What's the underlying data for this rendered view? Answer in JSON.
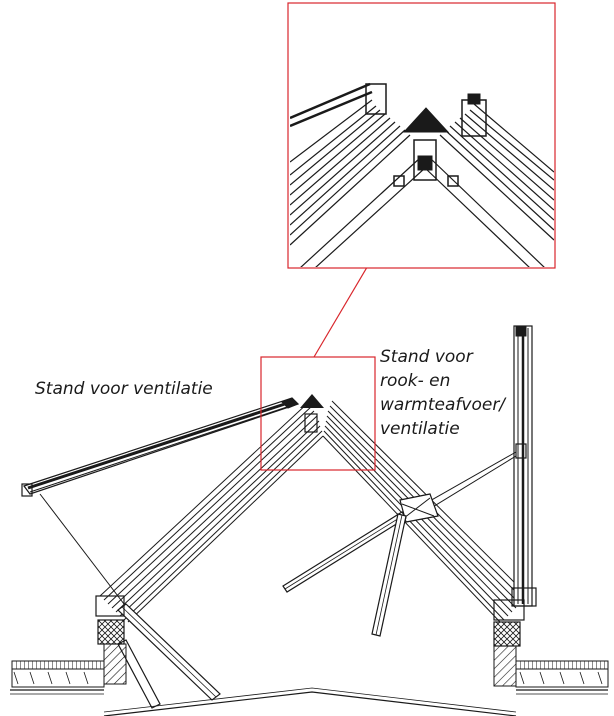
{
  "labels": {
    "ventilation": "Stand voor ventilatie",
    "smoke_line1": "Stand voor",
    "smoke_line2": "rook- en",
    "smoke_line3": "warmteafvoer/",
    "smoke_line4": "ventilatie"
  },
  "colors": {
    "line": "#1a1a1a",
    "highlight": "#d9262c",
    "background": "#ffffff"
  }
}
